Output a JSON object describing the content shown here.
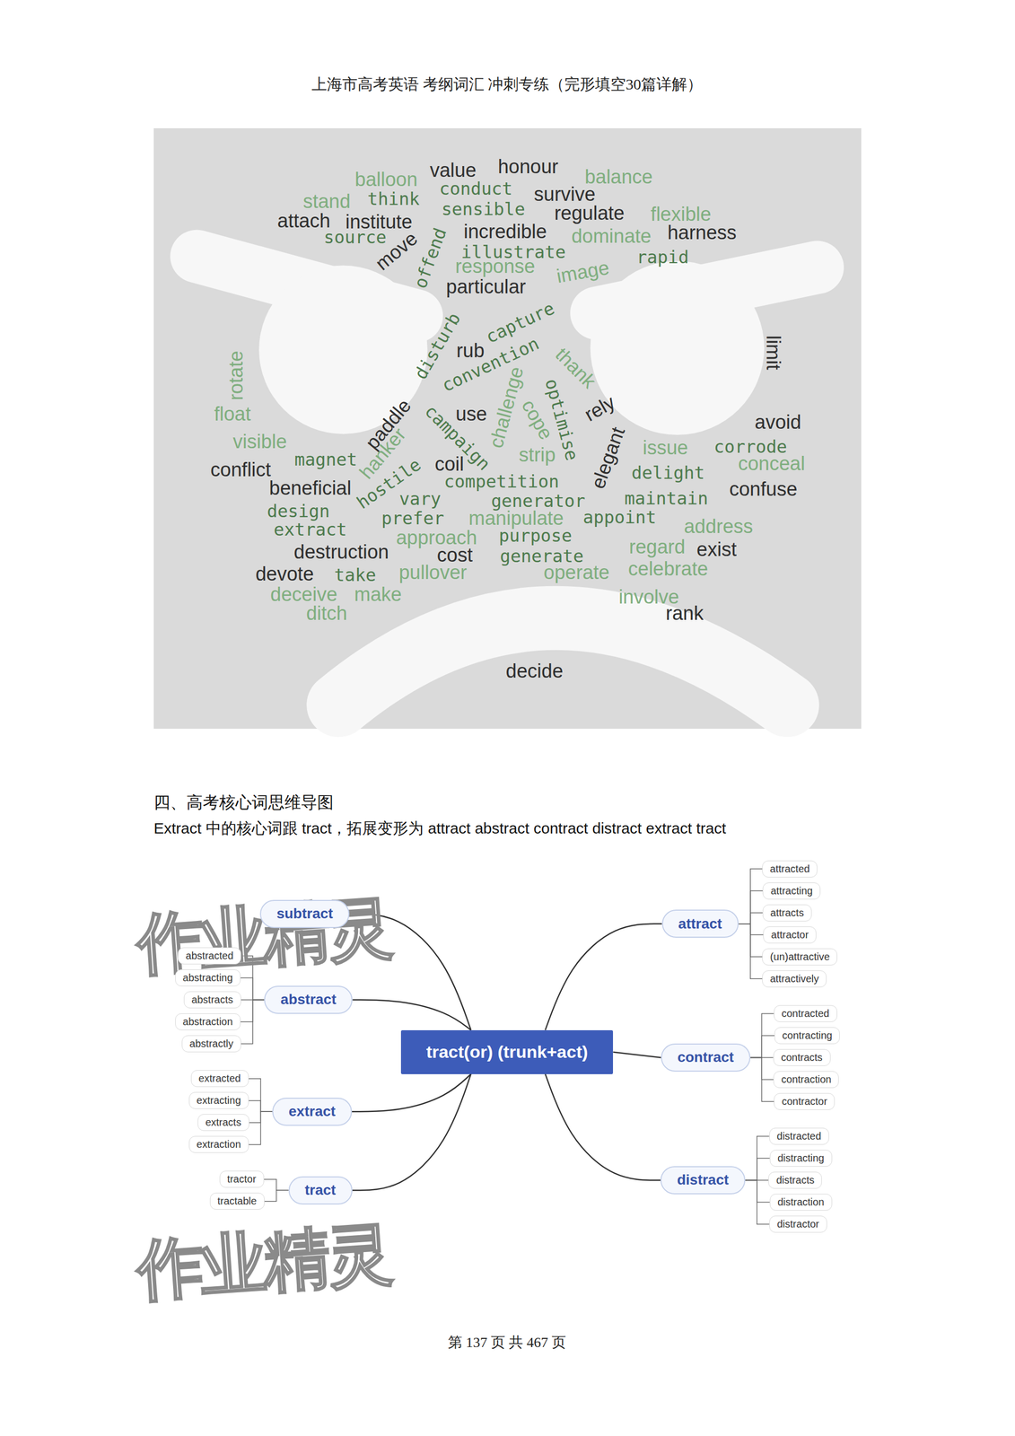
{
  "diagram": {
    "title": "四、高考核心词思维导图",
    "nodes": [
      {
        "text": [
          "tract(or) (trunk+act)"
        ]
      },
      {
        "text": [
          "subtract"
        ]
      },
      {
        "text": [
          "abstract"
        ]
      },
      {
        "text": [
          "abstracted"
        ]
      },
      {
        "text": [
          "abstracting"
        ]
      },
      {
        "text": [
          "abstracts"
        ]
      },
      {
        "text": [
          "abstraction"
        ]
      },
      {
        "text": [
          "abstractly"
        ]
      },
      {
        "text": [
          "extract"
        ]
      },
      {
        "text": [
          "extracted"
        ]
      },
      {
        "text": [
          "extracting"
        ]
      },
      {
        "text": [
          "extracts"
        ]
      },
      {
        "text": [
          "extraction"
        ]
      },
      {
        "text": [
          "tract"
        ]
      },
      {
        "text": [
          "tractor"
        ]
      },
      {
        "text": [
          "tractable"
        ]
      },
      {
        "text": [
          "attract"
        ]
      },
      {
        "text": [
          "attracted"
        ]
      },
      {
        "text": [
          "attracting"
        ]
      },
      {
        "text": [
          "attracts"
        ]
      },
      {
        "text": [
          "attractor"
        ]
      },
      {
        "text": [
          "(un)attractive"
        ]
      },
      {
        "text": [
          "attractively"
        ]
      },
      {
        "text": [
          "contract"
        ]
      },
      {
        "text": [
          "contracted"
        ]
      },
      {
        "text": [
          "contracting"
        ]
      },
      {
        "text": [
          "contracts"
        ]
      },
      {
        "text": [
          "contraction"
        ]
      },
      {
        "text": [
          "contractor"
        ]
      },
      {
        "text": [
          "distract"
        ]
      },
      {
        "text": [
          "distracted"
        ]
      },
      {
        "text": [
          "distracting"
        ]
      },
      {
        "text": [
          "distracts"
        ]
      },
      {
        "text": [
          "distraction"
        ]
      },
      {
        "text": [
          "distractor"
        ]
      }
    ],
    "edges": [
      {
        "from": 0,
        "to": 1,
        "arrow": "none"
      },
      {
        "from": 0,
        "to": 2,
        "arrow": "none"
      },
      {
        "from": 0,
        "to": 8,
        "arrow": "none"
      },
      {
        "from": 0,
        "to": 13,
        "arrow": "none"
      },
      {
        "from": 0,
        "to": 16,
        "arrow": "none"
      },
      {
        "from": 0,
        "to": 23,
        "arrow": "none"
      },
      {
        "from": 0,
        "to": 29,
        "arrow": "none"
      },
      {
        "from": 2,
        "to": 3,
        "arrow": "none"
      },
      {
        "from": 2,
        "to": 4,
        "arrow": "none"
      },
      {
        "from": 2,
        "to": 5,
        "arrow": "none"
      },
      {
        "from": 2,
        "to": 6,
        "arrow": "none"
      },
      {
        "from": 2,
        "to": 7,
        "arrow": "none"
      },
      {
        "from": 8,
        "to": 9,
        "arrow": "none"
      },
      {
        "from": 8,
        "to": 10,
        "arrow": "none"
      },
      {
        "from": 8,
        "to": 11,
        "arrow": "none"
      },
      {
        "from": 8,
        "to": 12,
        "arrow": "none"
      },
      {
        "from": 13,
        "to": 14,
        "arrow": "none"
      },
      {
        "from": 13,
        "to": 15,
        "arrow": "none"
      },
      {
        "from": 16,
        "to": 17,
        "arrow": "none"
      },
      {
        "from": 16,
        "to": 18,
        "arrow": "none"
      },
      {
        "from": 16,
        "to": 19,
        "arrow": "none"
      },
      {
        "from": 16,
        "to": 20,
        "arrow": "none"
      },
      {
        "from": 16,
        "to": 21,
        "arrow": "none"
      },
      {
        "from": 16,
        "to": 22,
        "arrow": "none"
      },
      {
        "from": 23,
        "to": 24,
        "arrow": "none"
      },
      {
        "from": 23,
        "to": 25,
        "arrow": "none"
      },
      {
        "from": 23,
        "to": 26,
        "arrow": "none"
      },
      {
        "from": 23,
        "to": 27,
        "arrow": "none"
      },
      {
        "from": 23,
        "to": 28,
        "arrow": "none"
      },
      {
        "from": 29,
        "to": 30,
        "arrow": "none"
      },
      {
        "from": 29,
        "to": 31,
        "arrow": "none"
      },
      {
        "from": 29,
        "to": 32,
        "arrow": "none"
      },
      {
        "from": 29,
        "to": 33,
        "arrow": "none"
      },
      {
        "from": 29,
        "to": 34,
        "arrow": "none"
      }
    ],
    "labels": [
      "上海市高考英语 考纲词汇 冲刺专练（完形填空30篇详解）",
      "Extract 中的核心词跟 tract，拓展变形为 attract abstract contract distract extract tract",
      "balloon",
      "value",
      "honour",
      "balance",
      "stand",
      "think",
      "conduct",
      "survive",
      "sensible",
      "regulate",
      "flexible",
      "attach",
      "institute",
      "source",
      "incredible",
      "dominate",
      "harness",
      "move",
      "offend",
      "illustrate",
      "response",
      "image",
      "rapid",
      "particular",
      "capture",
      "disturb",
      "rub",
      "convention",
      "thank",
      "limit",
      "rotate",
      "challenge",
      "cope",
      "optimise",
      "rely",
      "float",
      "paddle",
      "campaign",
      "use",
      "avoid",
      "visible",
      "hanker",
      "elegant",
      "issue",
      "corrode",
      "magnet",
      "coil",
      "strip",
      "delight",
      "conceal",
      "conflict",
      "hostile",
      "competition",
      "beneficial",
      "confuse",
      "design",
      "vary",
      "generator",
      "maintain",
      "prefer",
      "manipulate",
      "appoint",
      "extract",
      "address",
      "approach",
      "purpose",
      "destruction",
      "cost",
      "generate",
      "regard",
      "exist",
      "devote",
      "take",
      "pullover",
      "operate",
      "celebrate",
      "deceive",
      "make",
      "involve",
      "ditch",
      "rank",
      "decide",
      "作业精灵",
      "作业精灵",
      "第 137 页 共 467 页"
    ]
  }
}
